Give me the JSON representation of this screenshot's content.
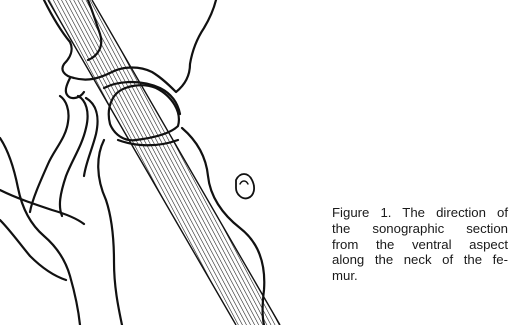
{
  "figure": {
    "caption_lines": [
      "Figure 1. The direction of",
      "the sonographic section",
      "from the ventral aspect",
      "along the neck of the fe-",
      "mur."
    ]
  }
}
